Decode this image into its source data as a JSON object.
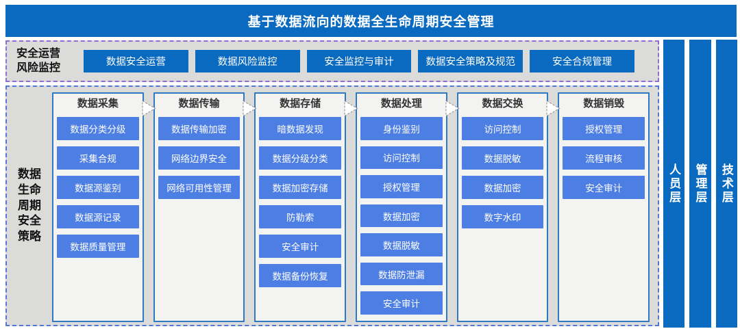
{
  "title": "基于数据流向的数据全生命周期安全管理",
  "ops_row": {
    "label_line1": "安全运营",
    "label_line2": "风险监控",
    "buttons": [
      "数据安全运营",
      "数据风险监控",
      "安全监控与审计",
      "数据安全策略及规范",
      "安全合规管理"
    ]
  },
  "lifecycle": {
    "label_lines": [
      "数据",
      "生命",
      "周期",
      "安全",
      "策略"
    ],
    "columns": [
      {
        "header": "数据采集",
        "items": [
          "数据分类分级",
          "采集合规",
          "数据源鉴别",
          "数据源记录",
          "数据质量管理"
        ]
      },
      {
        "header": "数据传输",
        "items": [
          "数据传输加密",
          "网络边界安全",
          "网络可用性管理"
        ]
      },
      {
        "header": "数据存储",
        "items": [
          "暗数据发现",
          "数据分级分类",
          "数据加密存储",
          "防勒索",
          "安全审计",
          "数据备份恢复"
        ]
      },
      {
        "header": "数据处理",
        "items": [
          "身份鉴别",
          "访问控制",
          "授权管理",
          "数据加密",
          "数据脱敏",
          "数据防泄漏",
          "安全审计"
        ]
      },
      {
        "header": "数据交换",
        "items": [
          "访问控制",
          "数据脱敏",
          "数据加密",
          "数字水印"
        ]
      },
      {
        "header": "数据销毁",
        "items": [
          "授权管理",
          "流程审核",
          "安全审计"
        ]
      }
    ]
  },
  "layers": [
    "人员层",
    "管理层",
    "技术层"
  ],
  "colors": {
    "banner_blue": "#0A6ABF",
    "item_blue": "#4C7EE4",
    "column_border": "#2E79C2",
    "ops_dashed_border": "#8F6CCF",
    "main_dashed_border": "#5077D4",
    "section_background": "#DBDBD9",
    "column_background": "#F3F3F1"
  }
}
